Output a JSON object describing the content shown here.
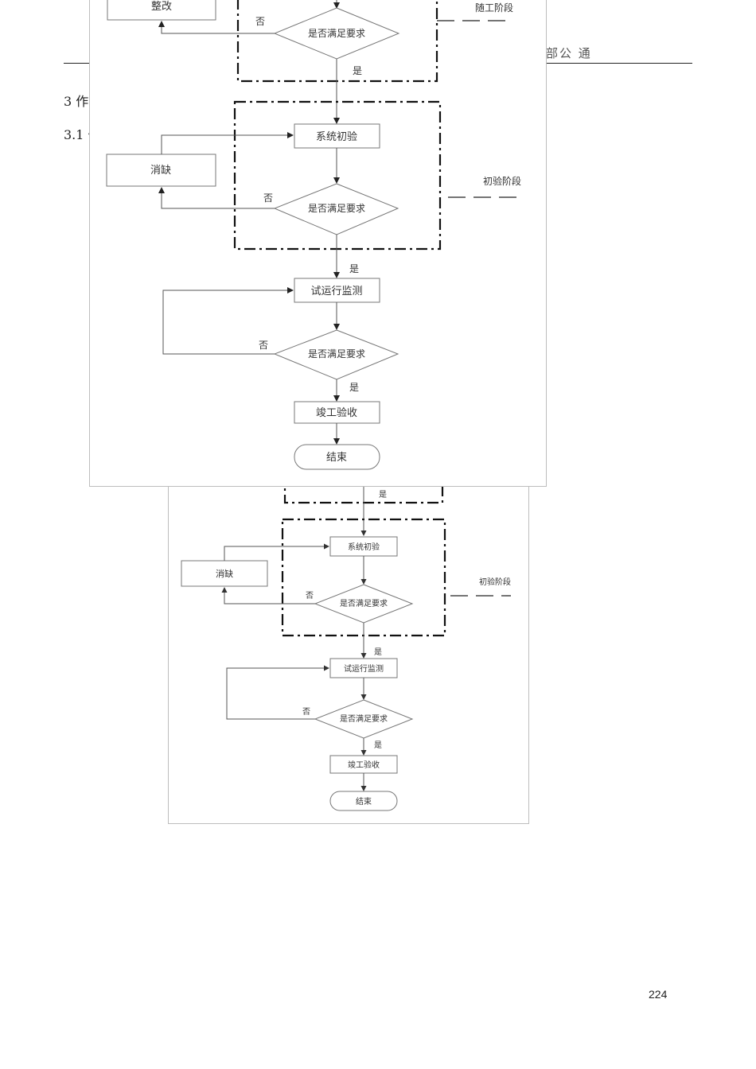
{
  "header": {
    "fragment": "部公 通"
  },
  "sections": {
    "s3": "3 作",
    "s3_1": "3.1 作"
  },
  "page_number": "224",
  "flowchart": {
    "rectify": "整改",
    "check_ok": "是否满足要求",
    "yes": "是",
    "no": "否",
    "stage_construction": "随工阶段",
    "initial_check": "系统初验",
    "fix_defects": "消缺",
    "stage_initial": "初验阶段",
    "trial_monitor": "试运行监测",
    "completion": "竣工验收",
    "end": "结束"
  }
}
